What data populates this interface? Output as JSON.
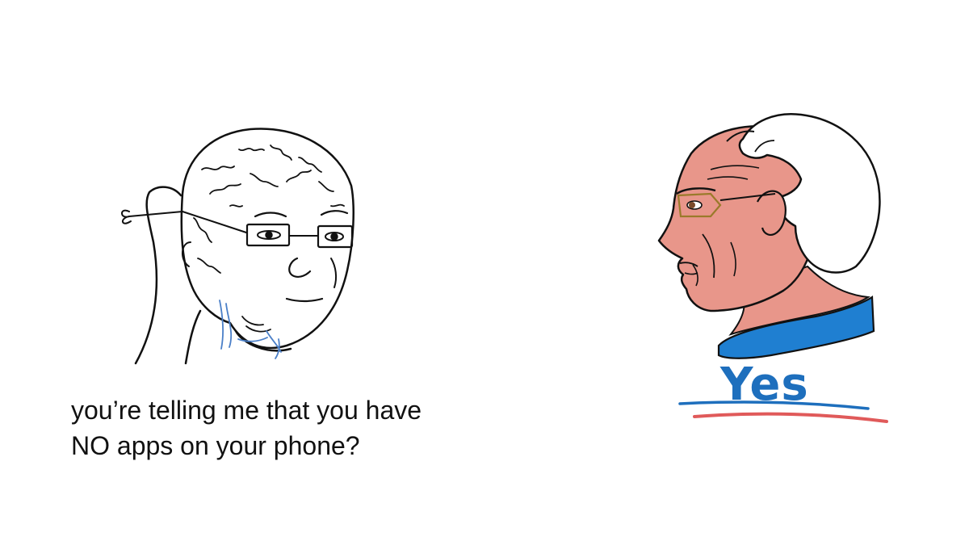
{
  "left_panel": {
    "character": "wojak",
    "caption_lines": [
      "you’re telling me that you have",
      "NO apps on your phone?"
    ]
  },
  "right_panel": {
    "character": "bernie",
    "logo_text": "Yes"
  },
  "colors": {
    "background": "#ffffff",
    "ink": "#111111",
    "skin": "#e8968a",
    "shirt": "#1f7fd1",
    "logo_blue": "#1e6fbd",
    "logo_red": "#e05a5a",
    "wire_blue": "#4a7fc8",
    "glasses_gold": "#9a7a2a"
  }
}
